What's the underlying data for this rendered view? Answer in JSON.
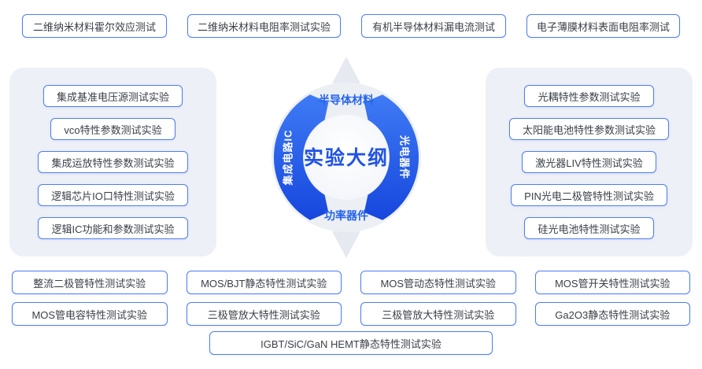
{
  "colors": {
    "node_border": "#4f7cf0",
    "accent_text": "#2563eb",
    "arc_blue": "#1d57ea",
    "panel_bg": "#edf0f6"
  },
  "top_row": {
    "items": [
      "二维纳米材料霍尔效应测试",
      "二维纳米材料电阻率测试实验",
      "有机半导体材料漏电流测试",
      "电子薄膜材料表面电阻率测试"
    ]
  },
  "left_panel": {
    "items": [
      "集成基准电压源测试实验",
      "vco特性参数测试实验",
      "集成运放特性参数测试实验",
      "逻辑芯片IO口特性测试实验",
      "逻辑IC功能和参数测试实验"
    ]
  },
  "right_panel": {
    "items": [
      "光耦特性参数测试实验",
      "太阳能电池特性参数测试实验",
      "激光器LIV特性测试实验",
      "PIN光电二极管特性测试实验",
      "硅光电池特性测试实验"
    ]
  },
  "center": {
    "title": "实验大纲",
    "top_label": "半导体材料",
    "bottom_label": "功率器件",
    "left_label": "集成电路IC",
    "right_label": "光电器件"
  },
  "bottom": {
    "row1": [
      "整流二极管特性测试实验",
      "MOS/BJT静态特性测试实验",
      "MOS管动态特性测试实验",
      "MOS管开关特性测试实验"
    ],
    "row2": [
      "MOS管电容特性测试实验",
      "三极管放大特性测试实验",
      "三极管放大特性测试实验",
      "Ga2O3静态特性测试实验"
    ],
    "footer": "IGBT/SiC/GaN HEMT静态特性测试实验"
  }
}
